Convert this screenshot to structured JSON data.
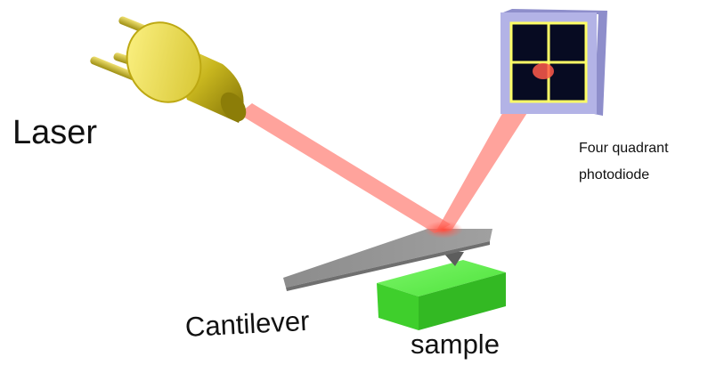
{
  "labels": {
    "laser": "Laser",
    "photodiode_line1": "Four quadrant",
    "photodiode_line2": "photodiode",
    "cantilever": "Cantilever",
    "sample": "sample"
  },
  "colors": {
    "laser_body": "#c9b71f",
    "laser_pins": "#b5a51a",
    "beam": "#ff6a60",
    "cantilever": "#8f8f8f",
    "sample": "#3ed62a",
    "photodiode_frame": "#a9a9df",
    "photodiode_grid": "#ffff66",
    "photodiode_cells": "#070b22"
  },
  "icons": {
    "laser": "laser-diode-icon",
    "photodiode": "four-quadrant-photodiode-icon"
  }
}
